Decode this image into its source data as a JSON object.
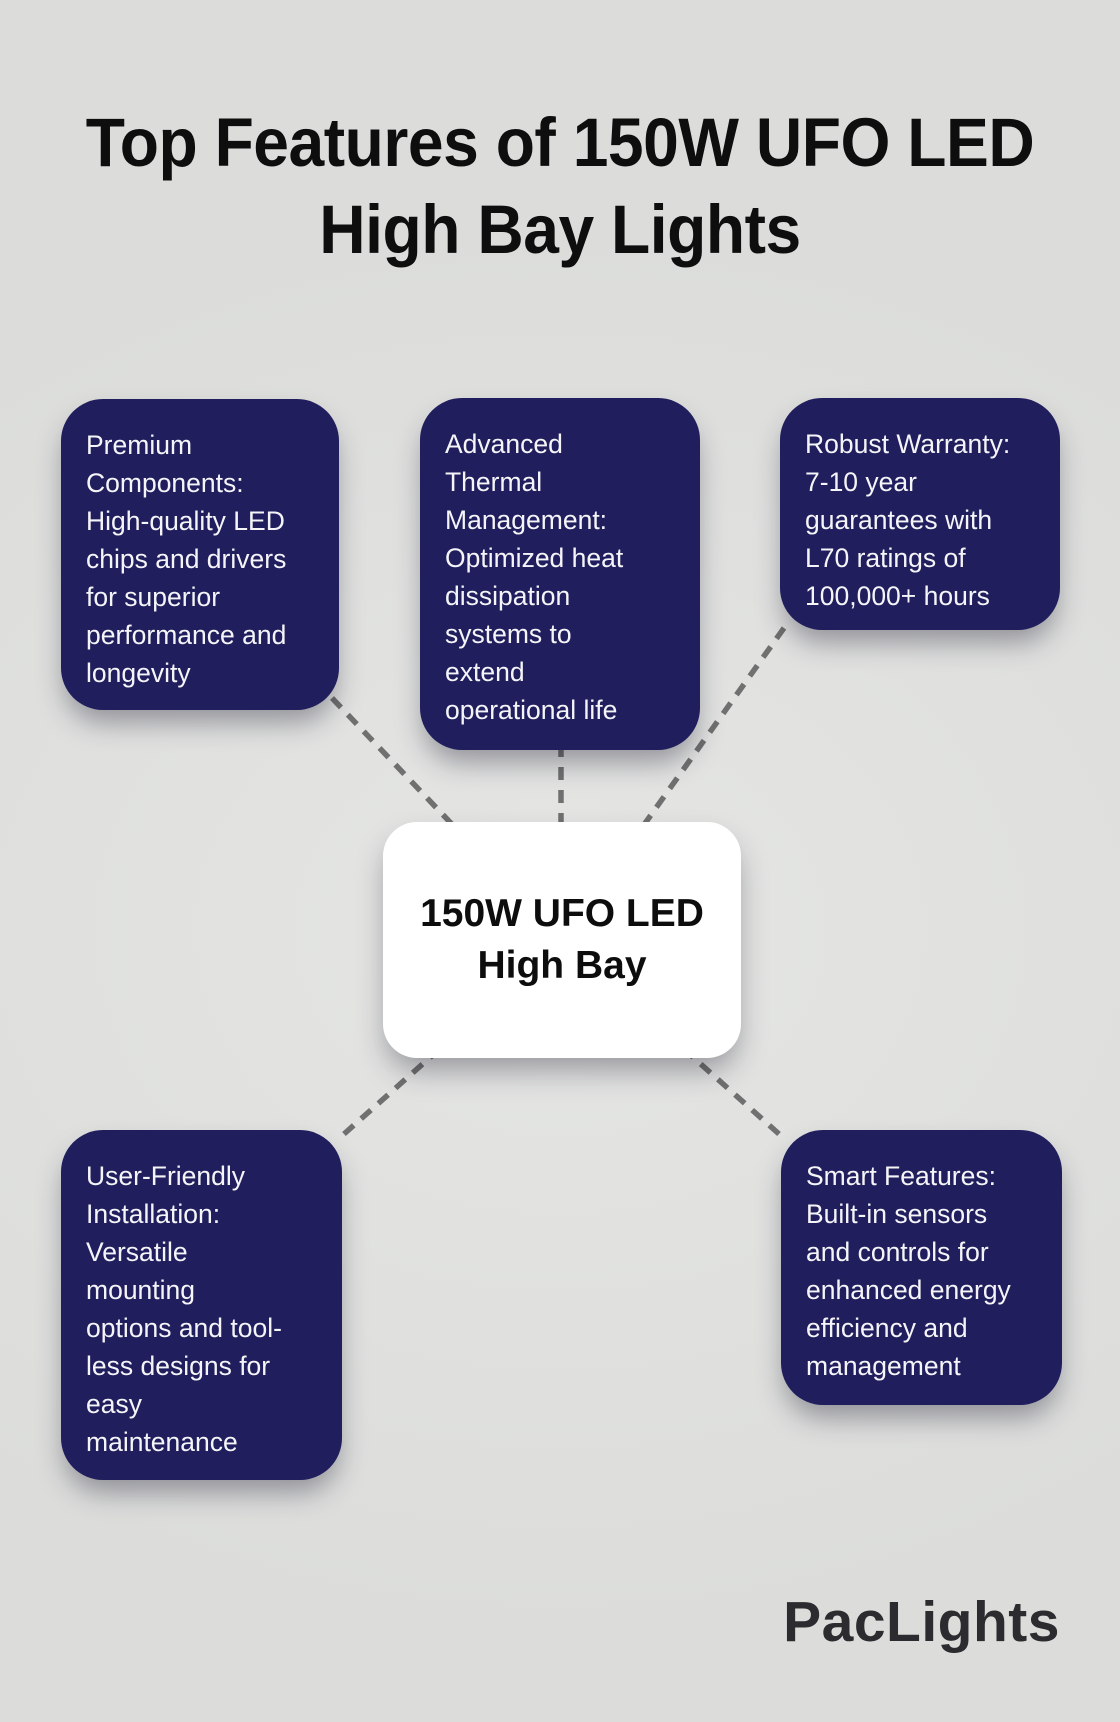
{
  "title": {
    "lines": [
      "Top Features of 150W UFO LED",
      "High Bay Lights"
    ]
  },
  "center_node": {
    "lines": [
      "150W UFO LED",
      "High Bay"
    ]
  },
  "features": [
    {
      "id": "premium-components",
      "lines": [
        "Premium",
        "Components:",
        "High-quality LED",
        "chips and drivers",
        "for superior",
        "performance and",
        "longevity"
      ]
    },
    {
      "id": "thermal-management",
      "lines": [
        "Advanced",
        "Thermal",
        "Management:",
        "Optimized heat",
        "dissipation",
        "systems to",
        "extend",
        "operational life"
      ]
    },
    {
      "id": "robust-warranty",
      "lines": [
        "Robust Warranty:",
        "7-10 year",
        "guarantees with",
        "L70 ratings of",
        "100,000+ hours"
      ]
    },
    {
      "id": "user-friendly-installation",
      "lines": [
        "User-Friendly",
        "Installation:",
        "Versatile",
        "mounting",
        "options and tool-",
        "less designs for",
        "easy",
        "maintenance"
      ]
    },
    {
      "id": "smart-features",
      "lines": [
        "Smart Features:",
        "Built-in sensors",
        "and controls for",
        "enhanced energy",
        "efficiency and",
        "management"
      ]
    }
  ],
  "logo": {
    "text": "PacLights"
  },
  "colors": {
    "background": "#e0e1df",
    "background_hi": "#e5e6e4",
    "background_lo": "#dcdddb",
    "card_bg": "#201e5c",
    "card_text": "#f5f5f9",
    "node_bg": "#ffffff",
    "node_text": "#0d0d0d",
    "title_text": "#0e0e0e",
    "connector": "#707070",
    "logo_text": "#2c2b2f"
  }
}
